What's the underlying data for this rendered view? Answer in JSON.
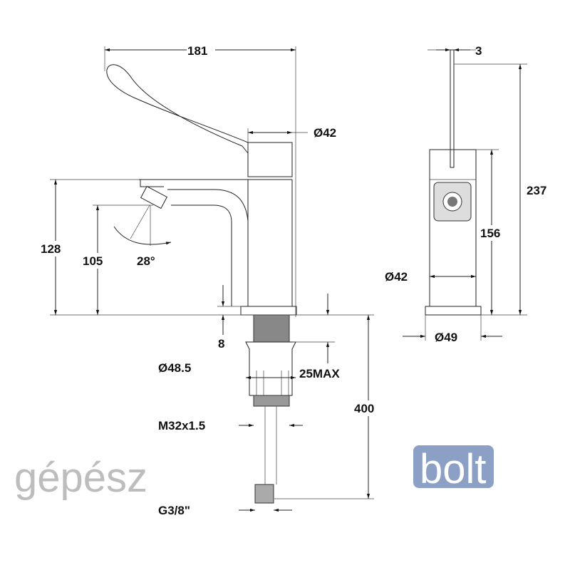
{
  "drawing": {
    "front_view": {
      "width_181": "181",
      "handle_diameter": "Ø42",
      "height_128": "128",
      "spout_height_105": "105",
      "aerator_angle": "28°",
      "base_thickness": "8",
      "base_diameter": "Ø48.5",
      "counter_max": "25MAX",
      "hose_length": "400",
      "thread": "M32x1.5",
      "connection": "G3/8\""
    },
    "side_view": {
      "lever_thickness": "3",
      "total_height": "237",
      "body_height": "156",
      "body_diameter": "Ø42",
      "base_diameter": "Ø49"
    }
  },
  "watermark": {
    "part1": "gépész",
    "part2": "bolt",
    "accent": "#8c9fc4"
  }
}
